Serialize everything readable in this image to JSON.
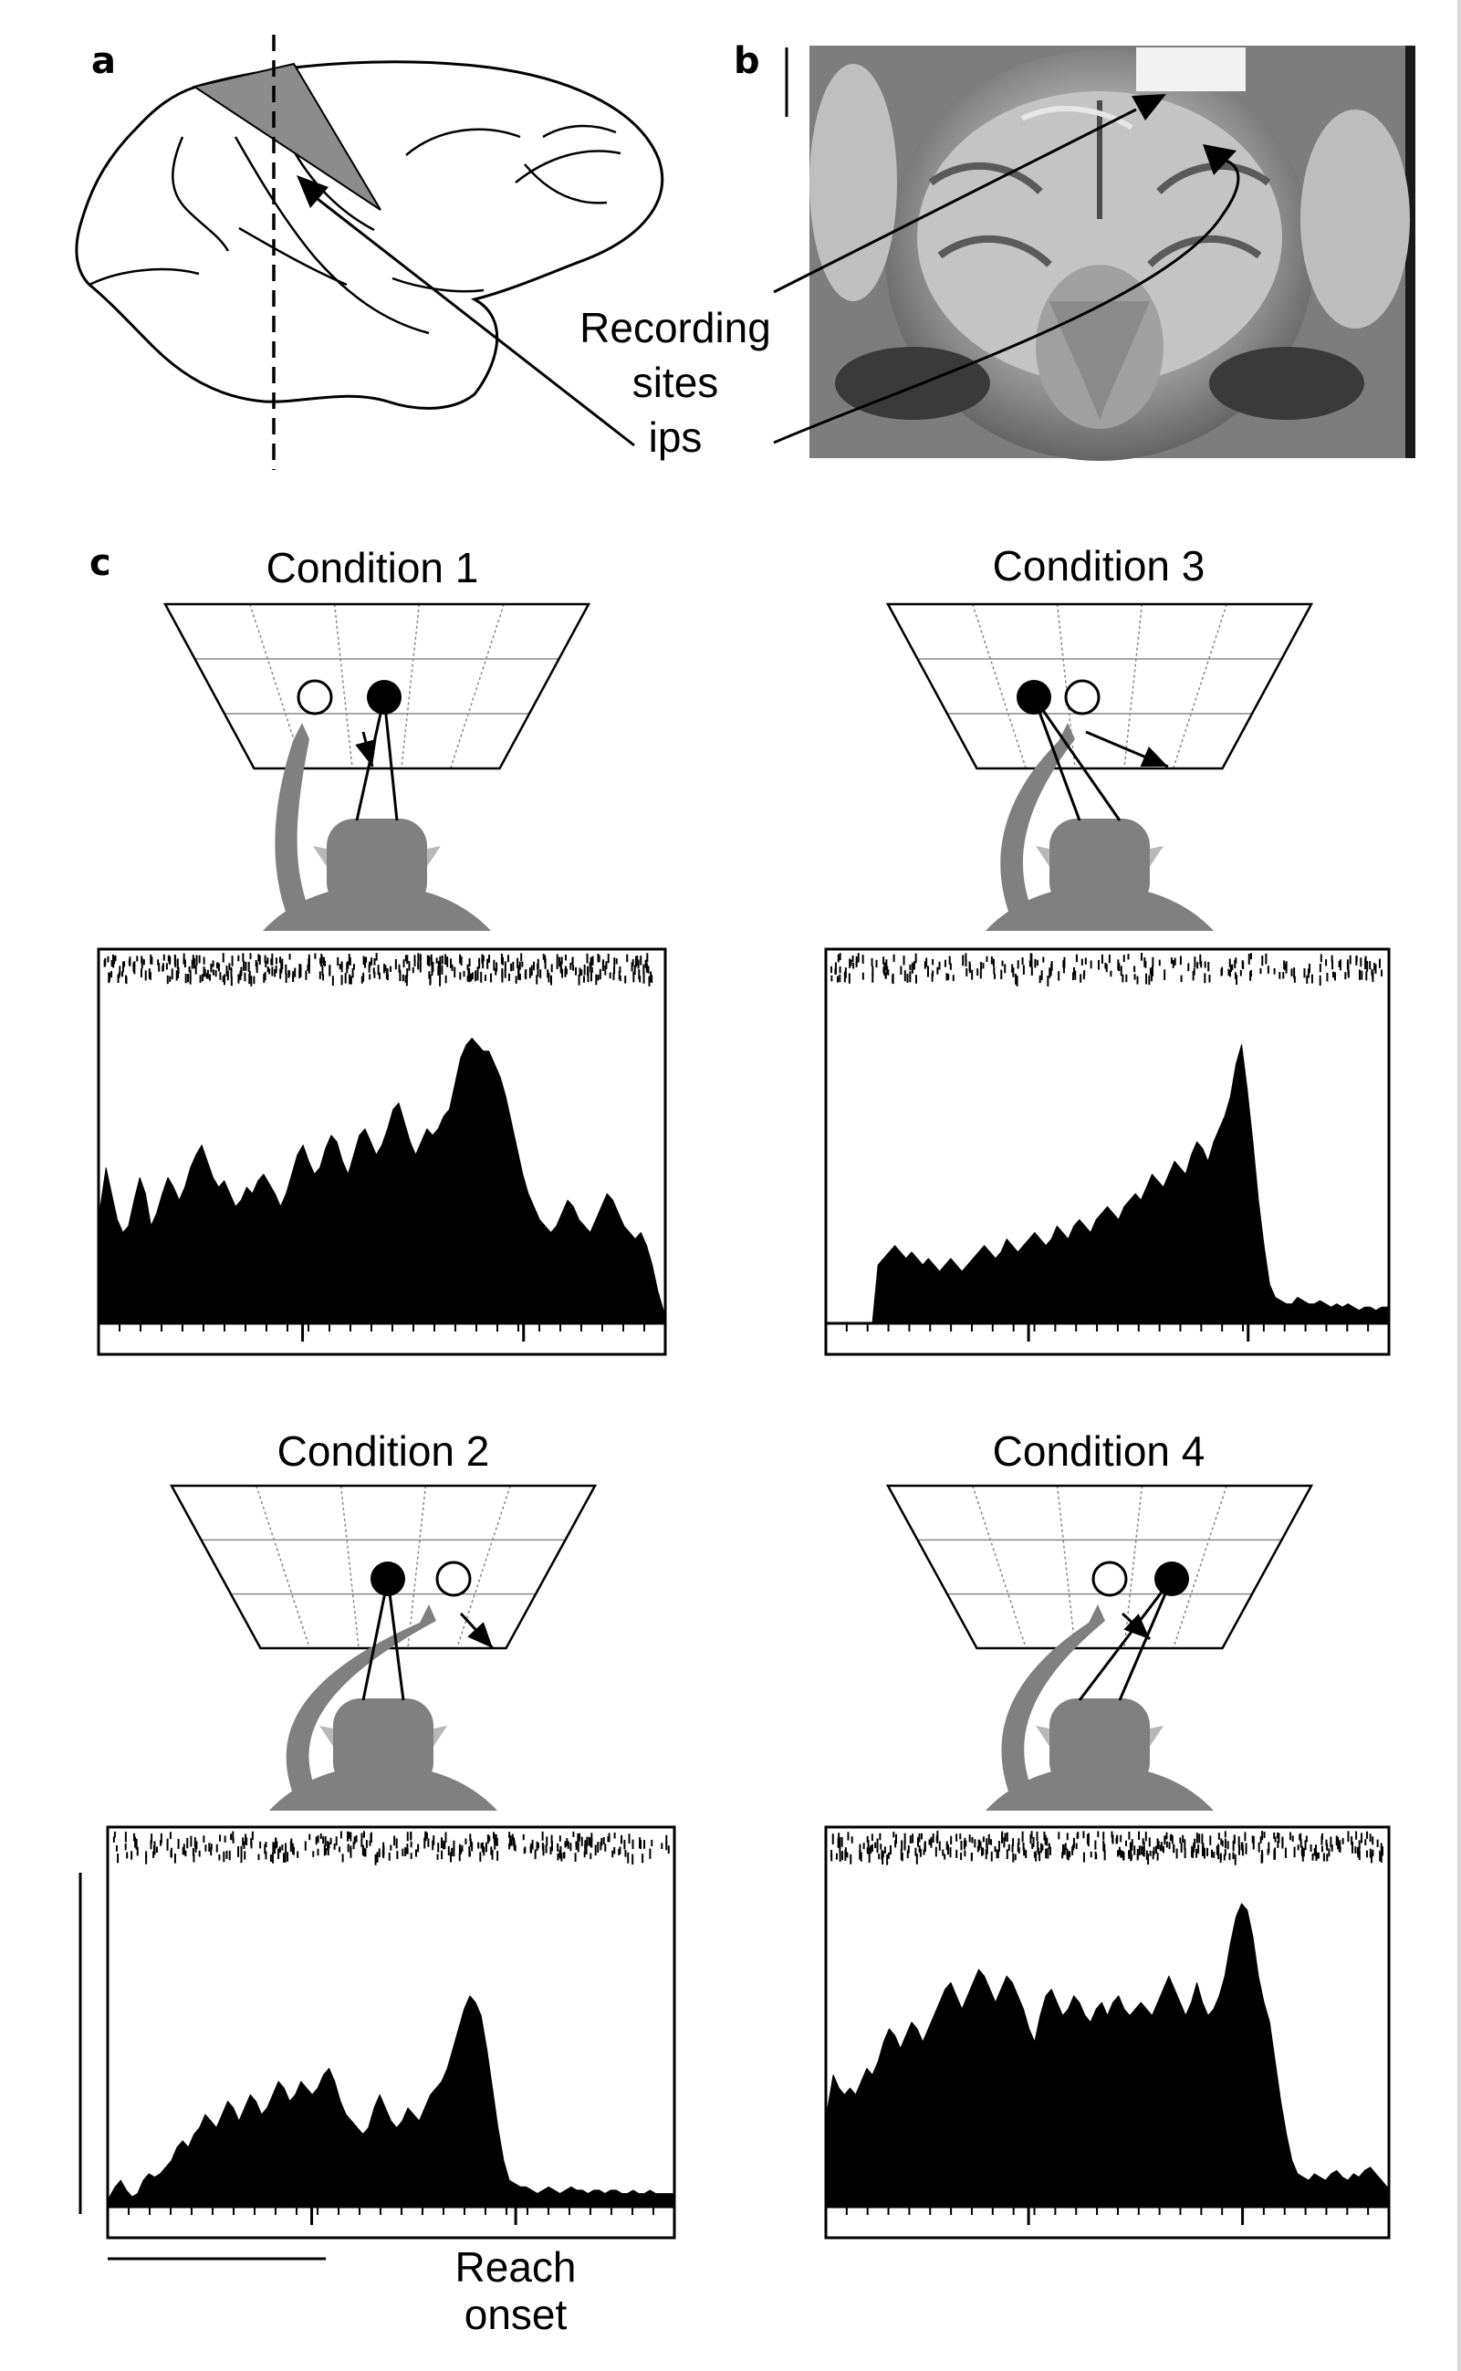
{
  "panel_labels": {
    "a": "a",
    "b": "b",
    "c": "c"
  },
  "annotation": {
    "recording": "Recording",
    "sites": "sites",
    "ips": "ips"
  },
  "xaxis_label": {
    "line1": "Reach",
    "line2": "onset"
  },
  "colors": {
    "fill": "#000000",
    "monkey": "#808080",
    "ear": "#b8b8b8",
    "roi": "#8c8c8c",
    "mri_bg": "#8a8a8a"
  },
  "icons": {
    "hollow_circle": "initial-fixation-target",
    "filled_circle": "reach-target",
    "monkey": "monkey-silhouette"
  },
  "chart_data": [
    {
      "type": "area",
      "title": "Condition 1",
      "xlabel": "",
      "ylabel": "",
      "xlim": [
        0,
        1
      ],
      "ylim": [
        0,
        1
      ],
      "x_reference": "Reach onset at 0.75",
      "x": [
        0.0,
        0.01,
        0.02,
        0.03,
        0.04,
        0.05,
        0.06,
        0.07,
        0.08,
        0.09,
        0.1,
        0.11,
        0.12,
        0.13,
        0.14,
        0.15,
        0.16,
        0.17,
        0.18,
        0.19,
        0.2,
        0.21,
        0.22,
        0.23,
        0.24,
        0.25,
        0.26,
        0.27,
        0.28,
        0.29,
        0.3,
        0.31,
        0.32,
        0.33,
        0.34,
        0.35,
        0.36,
        0.37,
        0.38,
        0.39,
        0.4,
        0.41,
        0.42,
        0.43,
        0.44,
        0.45,
        0.46,
        0.47,
        0.48,
        0.49,
        0.5,
        0.51,
        0.52,
        0.53,
        0.54,
        0.55,
        0.56,
        0.57,
        0.58,
        0.59,
        0.6,
        0.61,
        0.62,
        0.63,
        0.64,
        0.65,
        0.66,
        0.67,
        0.68,
        0.69,
        0.7,
        0.71,
        0.72,
        0.73,
        0.74,
        0.75,
        0.76,
        0.77,
        0.78,
        0.79,
        0.8,
        0.81,
        0.82,
        0.83,
        0.84,
        0.85,
        0.86,
        0.87,
        0.88,
        0.89,
        0.9,
        0.91,
        0.92,
        0.93,
        0.94,
        0.95,
        0.96,
        0.97,
        0.98,
        0.99,
        1.0
      ],
      "values": [
        0.36,
        0.48,
        0.4,
        0.32,
        0.28,
        0.3,
        0.38,
        0.45,
        0.4,
        0.3,
        0.34,
        0.4,
        0.45,
        0.42,
        0.38,
        0.42,
        0.48,
        0.52,
        0.55,
        0.5,
        0.45,
        0.42,
        0.44,
        0.4,
        0.36,
        0.38,
        0.42,
        0.4,
        0.44,
        0.46,
        0.43,
        0.4,
        0.36,
        0.4,
        0.46,
        0.52,
        0.55,
        0.5,
        0.46,
        0.48,
        0.54,
        0.58,
        0.56,
        0.5,
        0.46,
        0.52,
        0.58,
        0.6,
        0.56,
        0.52,
        0.55,
        0.6,
        0.66,
        0.68,
        0.62,
        0.56,
        0.52,
        0.56,
        0.6,
        0.58,
        0.6,
        0.64,
        0.66,
        0.74,
        0.82,
        0.86,
        0.88,
        0.86,
        0.84,
        0.84,
        0.8,
        0.76,
        0.7,
        0.62,
        0.54,
        0.46,
        0.4,
        0.36,
        0.32,
        0.3,
        0.28,
        0.3,
        0.34,
        0.38,
        0.36,
        0.32,
        0.3,
        0.28,
        0.32,
        0.36,
        0.4,
        0.38,
        0.34,
        0.3,
        0.28,
        0.26,
        0.28,
        0.24,
        0.18,
        0.1,
        0.04
      ],
      "raster_density": 0.9
    },
    {
      "type": "area",
      "title": "Condition 3",
      "xlabel": "",
      "ylabel": "",
      "xlim": [
        0,
        1
      ],
      "ylim": [
        0,
        1
      ],
      "x_reference": "Reach onset at 0.75",
      "x": [
        0.0,
        0.01,
        0.02,
        0.03,
        0.04,
        0.05,
        0.06,
        0.07,
        0.08,
        0.09,
        0.1,
        0.11,
        0.12,
        0.13,
        0.14,
        0.15,
        0.16,
        0.17,
        0.18,
        0.19,
        0.2,
        0.21,
        0.22,
        0.23,
        0.24,
        0.25,
        0.26,
        0.27,
        0.28,
        0.29,
        0.3,
        0.31,
        0.32,
        0.33,
        0.34,
        0.35,
        0.36,
        0.37,
        0.38,
        0.39,
        0.4,
        0.41,
        0.42,
        0.43,
        0.44,
        0.45,
        0.46,
        0.47,
        0.48,
        0.49,
        0.5,
        0.51,
        0.52,
        0.53,
        0.54,
        0.55,
        0.56,
        0.57,
        0.58,
        0.59,
        0.6,
        0.61,
        0.62,
        0.63,
        0.64,
        0.65,
        0.66,
        0.67,
        0.68,
        0.69,
        0.7,
        0.71,
        0.72,
        0.73,
        0.74,
        0.75,
        0.76,
        0.77,
        0.78,
        0.79,
        0.8,
        0.81,
        0.82,
        0.83,
        0.84,
        0.85,
        0.86,
        0.87,
        0.88,
        0.89,
        0.9,
        0.91,
        0.92,
        0.93,
        0.94,
        0.95,
        0.96,
        0.97,
        0.98,
        0.99,
        1.0
      ],
      "values": [
        0,
        0,
        0,
        0,
        0,
        0,
        0,
        0,
        0,
        0.18,
        0.2,
        0.22,
        0.24,
        0.22,
        0.2,
        0.22,
        0.2,
        0.18,
        0.2,
        0.18,
        0.16,
        0.18,
        0.2,
        0.18,
        0.16,
        0.18,
        0.2,
        0.22,
        0.24,
        0.22,
        0.2,
        0.22,
        0.26,
        0.24,
        0.22,
        0.24,
        0.26,
        0.28,
        0.26,
        0.24,
        0.26,
        0.3,
        0.28,
        0.26,
        0.3,
        0.32,
        0.3,
        0.28,
        0.32,
        0.34,
        0.36,
        0.34,
        0.32,
        0.36,
        0.38,
        0.4,
        0.38,
        0.42,
        0.46,
        0.44,
        0.42,
        0.46,
        0.5,
        0.48,
        0.46,
        0.52,
        0.56,
        0.54,
        0.5,
        0.56,
        0.6,
        0.64,
        0.7,
        0.8,
        0.86,
        0.72,
        0.56,
        0.38,
        0.24,
        0.12,
        0.08,
        0.07,
        0.06,
        0.06,
        0.08,
        0.07,
        0.06,
        0.06,
        0.07,
        0.06,
        0.05,
        0.06,
        0.05,
        0.06,
        0.05,
        0.04,
        0.05,
        0.05,
        0.04,
        0.05,
        0.05
      ],
      "raster_density": 0.55
    },
    {
      "type": "area",
      "title": "Condition 2",
      "xlabel": "",
      "ylabel": "",
      "xlim": [
        0,
        1
      ],
      "ylim": [
        0,
        1
      ],
      "x_reference": "Reach onset at 0.72",
      "x": [
        0.0,
        0.01,
        0.02,
        0.03,
        0.04,
        0.05,
        0.06,
        0.07,
        0.08,
        0.09,
        0.1,
        0.11,
        0.12,
        0.13,
        0.14,
        0.15,
        0.16,
        0.17,
        0.18,
        0.19,
        0.2,
        0.21,
        0.22,
        0.23,
        0.24,
        0.25,
        0.26,
        0.27,
        0.28,
        0.29,
        0.3,
        0.31,
        0.32,
        0.33,
        0.34,
        0.35,
        0.36,
        0.37,
        0.38,
        0.39,
        0.4,
        0.41,
        0.42,
        0.43,
        0.44,
        0.45,
        0.46,
        0.47,
        0.48,
        0.49,
        0.5,
        0.51,
        0.52,
        0.53,
        0.54,
        0.55,
        0.56,
        0.57,
        0.58,
        0.59,
        0.6,
        0.61,
        0.62,
        0.63,
        0.64,
        0.65,
        0.66,
        0.67,
        0.68,
        0.69,
        0.7,
        0.71,
        0.72,
        0.73,
        0.74,
        0.75,
        0.76,
        0.77,
        0.78,
        0.79,
        0.8,
        0.81,
        0.82,
        0.83,
        0.84,
        0.85,
        0.86,
        0.87,
        0.88,
        0.89,
        0.9,
        0.91,
        0.92,
        0.93,
        0.94,
        0.95,
        0.96,
        0.97,
        0.98,
        0.99,
        1.0
      ],
      "values": [
        0.03,
        0.06,
        0.08,
        0.05,
        0.03,
        0.04,
        0.08,
        0.1,
        0.09,
        0.1,
        0.12,
        0.14,
        0.18,
        0.2,
        0.18,
        0.22,
        0.24,
        0.28,
        0.26,
        0.24,
        0.28,
        0.32,
        0.3,
        0.26,
        0.3,
        0.34,
        0.32,
        0.28,
        0.3,
        0.34,
        0.38,
        0.36,
        0.32,
        0.34,
        0.38,
        0.36,
        0.34,
        0.36,
        0.4,
        0.42,
        0.38,
        0.32,
        0.28,
        0.26,
        0.24,
        0.22,
        0.24,
        0.3,
        0.34,
        0.3,
        0.26,
        0.24,
        0.26,
        0.3,
        0.28,
        0.26,
        0.3,
        0.34,
        0.36,
        0.38,
        0.42,
        0.48,
        0.54,
        0.6,
        0.64,
        0.62,
        0.58,
        0.48,
        0.36,
        0.24,
        0.14,
        0.08,
        0.07,
        0.06,
        0.06,
        0.05,
        0.04,
        0.05,
        0.06,
        0.05,
        0.04,
        0.05,
        0.06,
        0.05,
        0.05,
        0.04,
        0.05,
        0.05,
        0.04,
        0.05,
        0.05,
        0.04,
        0.04,
        0.05,
        0.04,
        0.04,
        0.05,
        0.04,
        0.04,
        0.04,
        0.04
      ],
      "raster_density": 0.7
    },
    {
      "type": "area",
      "title": "Condition 4",
      "xlabel": "",
      "ylabel": "",
      "xlim": [
        0,
        1
      ],
      "ylim": [
        0,
        1
      ],
      "x_reference": "Reach onset at 0.74",
      "x": [
        0.0,
        0.01,
        0.02,
        0.03,
        0.04,
        0.05,
        0.06,
        0.07,
        0.08,
        0.09,
        0.1,
        0.11,
        0.12,
        0.13,
        0.14,
        0.15,
        0.16,
        0.17,
        0.18,
        0.19,
        0.2,
        0.21,
        0.22,
        0.23,
        0.24,
        0.25,
        0.26,
        0.27,
        0.28,
        0.29,
        0.3,
        0.31,
        0.32,
        0.33,
        0.34,
        0.35,
        0.36,
        0.37,
        0.38,
        0.39,
        0.4,
        0.41,
        0.42,
        0.43,
        0.44,
        0.45,
        0.46,
        0.47,
        0.48,
        0.49,
        0.5,
        0.51,
        0.52,
        0.53,
        0.54,
        0.55,
        0.56,
        0.57,
        0.58,
        0.59,
        0.6,
        0.61,
        0.62,
        0.63,
        0.64,
        0.65,
        0.66,
        0.67,
        0.68,
        0.69,
        0.7,
        0.71,
        0.72,
        0.73,
        0.74,
        0.75,
        0.76,
        0.77,
        0.78,
        0.79,
        0.8,
        0.81,
        0.82,
        0.83,
        0.84,
        0.85,
        0.86,
        0.87,
        0.88,
        0.89,
        0.9,
        0.91,
        0.92,
        0.93,
        0.94,
        0.95,
        0.96,
        0.97,
        0.98,
        0.99,
        1.0
      ],
      "values": [
        0.3,
        0.4,
        0.36,
        0.34,
        0.36,
        0.34,
        0.38,
        0.42,
        0.4,
        0.44,
        0.5,
        0.54,
        0.52,
        0.48,
        0.52,
        0.56,
        0.54,
        0.5,
        0.54,
        0.58,
        0.62,
        0.66,
        0.68,
        0.64,
        0.6,
        0.64,
        0.68,
        0.72,
        0.7,
        0.66,
        0.62,
        0.66,
        0.7,
        0.68,
        0.64,
        0.6,
        0.54,
        0.5,
        0.58,
        0.64,
        0.66,
        0.62,
        0.58,
        0.6,
        0.64,
        0.62,
        0.58,
        0.56,
        0.6,
        0.62,
        0.58,
        0.62,
        0.64,
        0.6,
        0.58,
        0.6,
        0.62,
        0.6,
        0.58,
        0.62,
        0.66,
        0.7,
        0.66,
        0.62,
        0.58,
        0.62,
        0.68,
        0.62,
        0.58,
        0.6,
        0.64,
        0.7,
        0.8,
        0.88,
        0.92,
        0.9,
        0.82,
        0.7,
        0.62,
        0.56,
        0.44,
        0.32,
        0.22,
        0.14,
        0.1,
        0.09,
        0.08,
        0.1,
        0.09,
        0.08,
        0.1,
        0.11,
        0.09,
        0.08,
        0.1,
        0.09,
        0.11,
        0.12,
        0.1,
        0.08,
        0.06
      ],
      "raster_density": 0.9
    }
  ]
}
